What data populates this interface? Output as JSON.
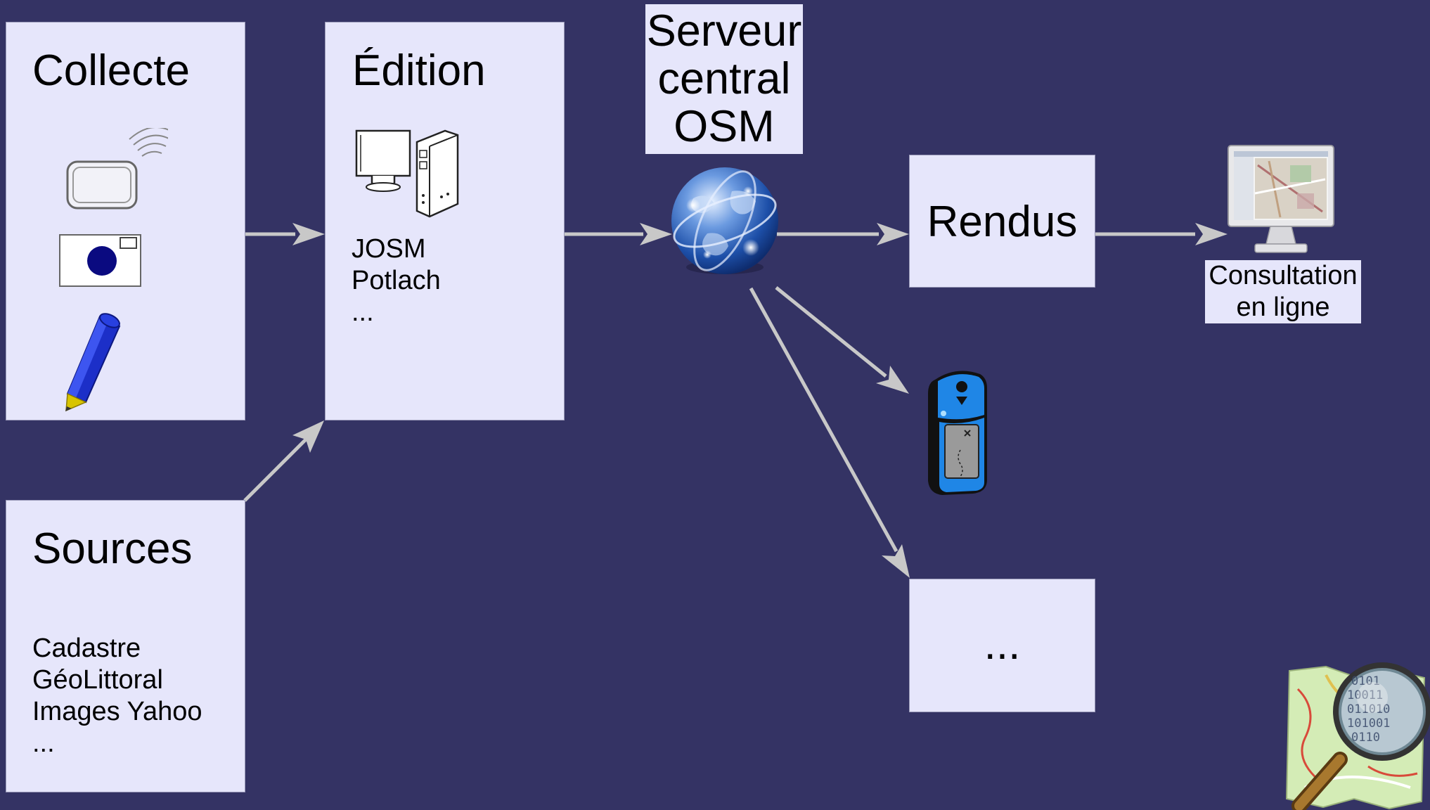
{
  "collecte": {
    "title": "Collecte",
    "icons": [
      "gps-receiver-icon",
      "camera-icon",
      "pencil-icon"
    ]
  },
  "edition": {
    "title": "Édition",
    "icon": "computer-icon",
    "items": [
      "JOSM",
      "Potlach",
      "..."
    ]
  },
  "sources": {
    "title": "Sources",
    "items": [
      "Cadastre",
      "GéoLittoral",
      "Images Yahoo",
      "..."
    ]
  },
  "server": {
    "lines": [
      "Serveur",
      "central",
      "OSM"
    ],
    "icon": "globe-icon"
  },
  "rendus": {
    "title": "Rendus"
  },
  "consultation": {
    "icon": "monitor-map-icon",
    "lines": [
      "Consultation",
      "en ligne"
    ]
  },
  "gps_device": {
    "icon": "handheld-gps-icon"
  },
  "other": {
    "title": "..."
  },
  "logo": {
    "icon": "openstreetmap-logo-icon"
  },
  "colors": {
    "background": "#343364",
    "box_fill": "#e6e6fb",
    "arrow": "#c8c8c8"
  }
}
